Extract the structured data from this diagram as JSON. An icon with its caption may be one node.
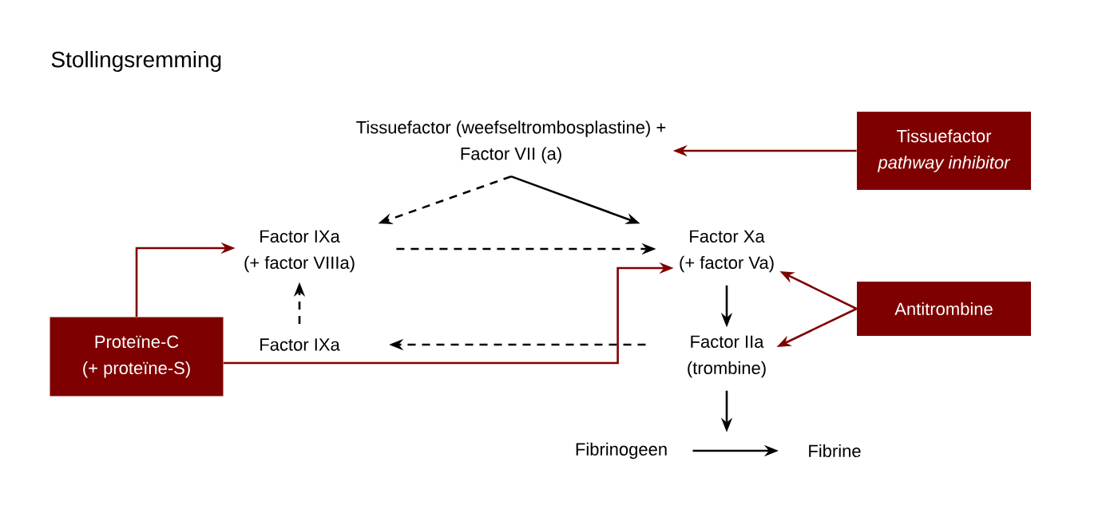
{
  "diagram": {
    "title": "Stollingsremming",
    "nodes": [
      {
        "text": [
          "Tissuefactor (weefseltrombosplastine) +",
          "Factor VII (a)"
        ]
      },
      {
        "text": [
          "Tissuefactor",
          "pathway inhibitor"
        ]
      },
      {
        "text": [
          "Factor IXa",
          "(+ factor VIIIa)"
        ]
      },
      {
        "text": [
          "Factor Xa",
          "(+ factor Va)"
        ]
      },
      {
        "text": [
          "Antitrombine"
        ]
      },
      {
        "text": [
          "Proteïne-C",
          "(+ proteïne-S)"
        ]
      },
      {
        "text": [
          "Factor IXa"
        ]
      },
      {
        "text": [
          "Factor IIa",
          "(trombine)"
        ]
      },
      {
        "text": [
          "Fibrinogeen"
        ]
      },
      {
        "text": [
          "Fibrine"
        ]
      }
    ],
    "edges": [
      {
        "from": 1,
        "to": 0,
        "arrow": "to",
        "color": "#7f0000"
      },
      {
        "from": 0,
        "to": 2,
        "arrow": "to",
        "style": "dashed"
      },
      {
        "from": 0,
        "to": 3,
        "arrow": "to"
      },
      {
        "from": 2,
        "to": 3,
        "arrow": "to",
        "style": "dashed"
      },
      {
        "from": 6,
        "to": 2,
        "arrow": "to",
        "style": "dashed"
      },
      {
        "from": 3,
        "to": 7,
        "arrow": "to"
      },
      {
        "from": 7,
        "to": 6,
        "arrow": "to",
        "style": "dashed"
      },
      {
        "from": 7,
        "to": null,
        "arrow": "to"
      },
      {
        "from": 8,
        "to": 9,
        "arrow": "to"
      },
      {
        "from": 4,
        "to": 3,
        "arrow": "to",
        "color": "#7f0000"
      },
      {
        "from": 4,
        "to": 7,
        "arrow": "to",
        "color": "#7f0000"
      },
      {
        "from": 5,
        "to": 2,
        "arrow": "to",
        "color": "#7f0000"
      },
      {
        "from": 5,
        "to": 3,
        "arrow": "to",
        "color": "#7f0000"
      }
    ]
  }
}
